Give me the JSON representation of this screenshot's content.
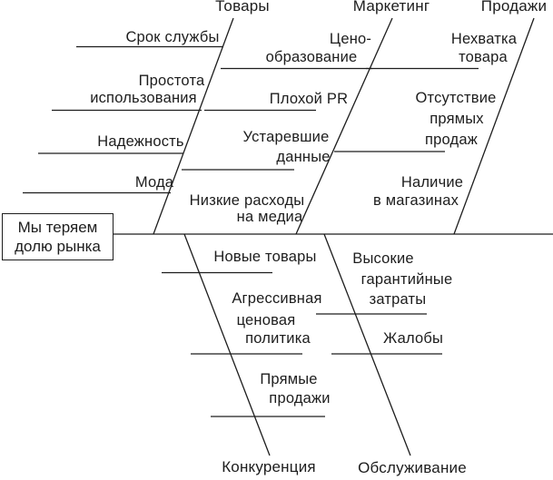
{
  "figure": {
    "type": "fishbone-diagram",
    "problem": {
      "line1": "Мы теряем",
      "line2": "долю рынка"
    }
  },
  "categories": {
    "products": {
      "label": "Товары"
    },
    "marketing": {
      "label": "Маркетинг"
    },
    "sales": {
      "label": "Продажи"
    },
    "competition": {
      "label": "Конкуренция"
    },
    "service": {
      "label": "Обслуживание"
    }
  },
  "causes": {
    "products": [
      {
        "lines": [
          "Срок службы"
        ]
      },
      {
        "lines": [
          "Простота",
          "использования"
        ]
      },
      {
        "lines": [
          "Надежность"
        ]
      },
      {
        "lines": [
          "Мода"
        ]
      }
    ],
    "marketing": [
      {
        "lines": [
          "Цено-",
          "образование"
        ]
      },
      {
        "lines": [
          "Плохой PR"
        ]
      },
      {
        "lines": [
          "Устаревшие",
          "данные"
        ]
      },
      {
        "lines": [
          "Низкие расходы",
          "на медиа"
        ]
      }
    ],
    "sales": [
      {
        "lines": [
          "Нехватка",
          "товара"
        ]
      },
      {
        "lines": [
          "Отсутствие",
          "прямых",
          "продаж"
        ]
      },
      {
        "lines": [
          "Наличие",
          "в магазинах"
        ]
      }
    ],
    "competition": [
      {
        "lines": [
          "Новые товары"
        ]
      },
      {
        "lines": [
          "Агрессивная",
          "ценовая",
          "политика"
        ]
      },
      {
        "lines": [
          "Прямые",
          "продажи"
        ]
      }
    ],
    "service": [
      {
        "lines": [
          "Высокие",
          "гарантийные",
          "затраты"
        ]
      },
      {
        "lines": [
          "Жалобы"
        ]
      }
    ]
  },
  "colors": {
    "ink": "#1d1d1d",
    "background": "#ffffff"
  }
}
